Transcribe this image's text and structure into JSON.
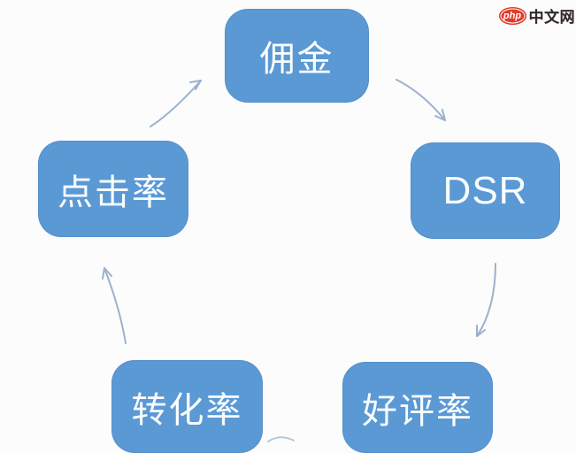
{
  "page": {
    "background_color": "#fcfcfc"
  },
  "logo": {
    "badge_label": "php",
    "site_name": "中文网",
    "badge_color": "#e23b2a",
    "text_color": "#2b2b2b"
  },
  "diagram": {
    "type": "cycle",
    "node_fill_color": "#5b99d4",
    "node_text_color": "#fafdff",
    "arrow_color": "#9cb1cd",
    "nodes": [
      {
        "id": "commission",
        "label": "佣金",
        "position": "top"
      },
      {
        "id": "dsr",
        "label": "DSR",
        "position": "right"
      },
      {
        "id": "positive-review-rate",
        "label": "好评率",
        "position": "bottom-right"
      },
      {
        "id": "conversion-rate",
        "label": "转化率",
        "position": "bottom-left"
      },
      {
        "id": "click-rate",
        "label": "点击率",
        "position": "left"
      }
    ],
    "edges": [
      {
        "from": "click-rate",
        "to": "commission"
      },
      {
        "from": "commission",
        "to": "dsr"
      },
      {
        "from": "dsr",
        "to": "positive-review-rate"
      },
      {
        "from": "positive-review-rate",
        "to": "conversion-rate"
      },
      {
        "from": "conversion-rate",
        "to": "click-rate"
      }
    ]
  }
}
